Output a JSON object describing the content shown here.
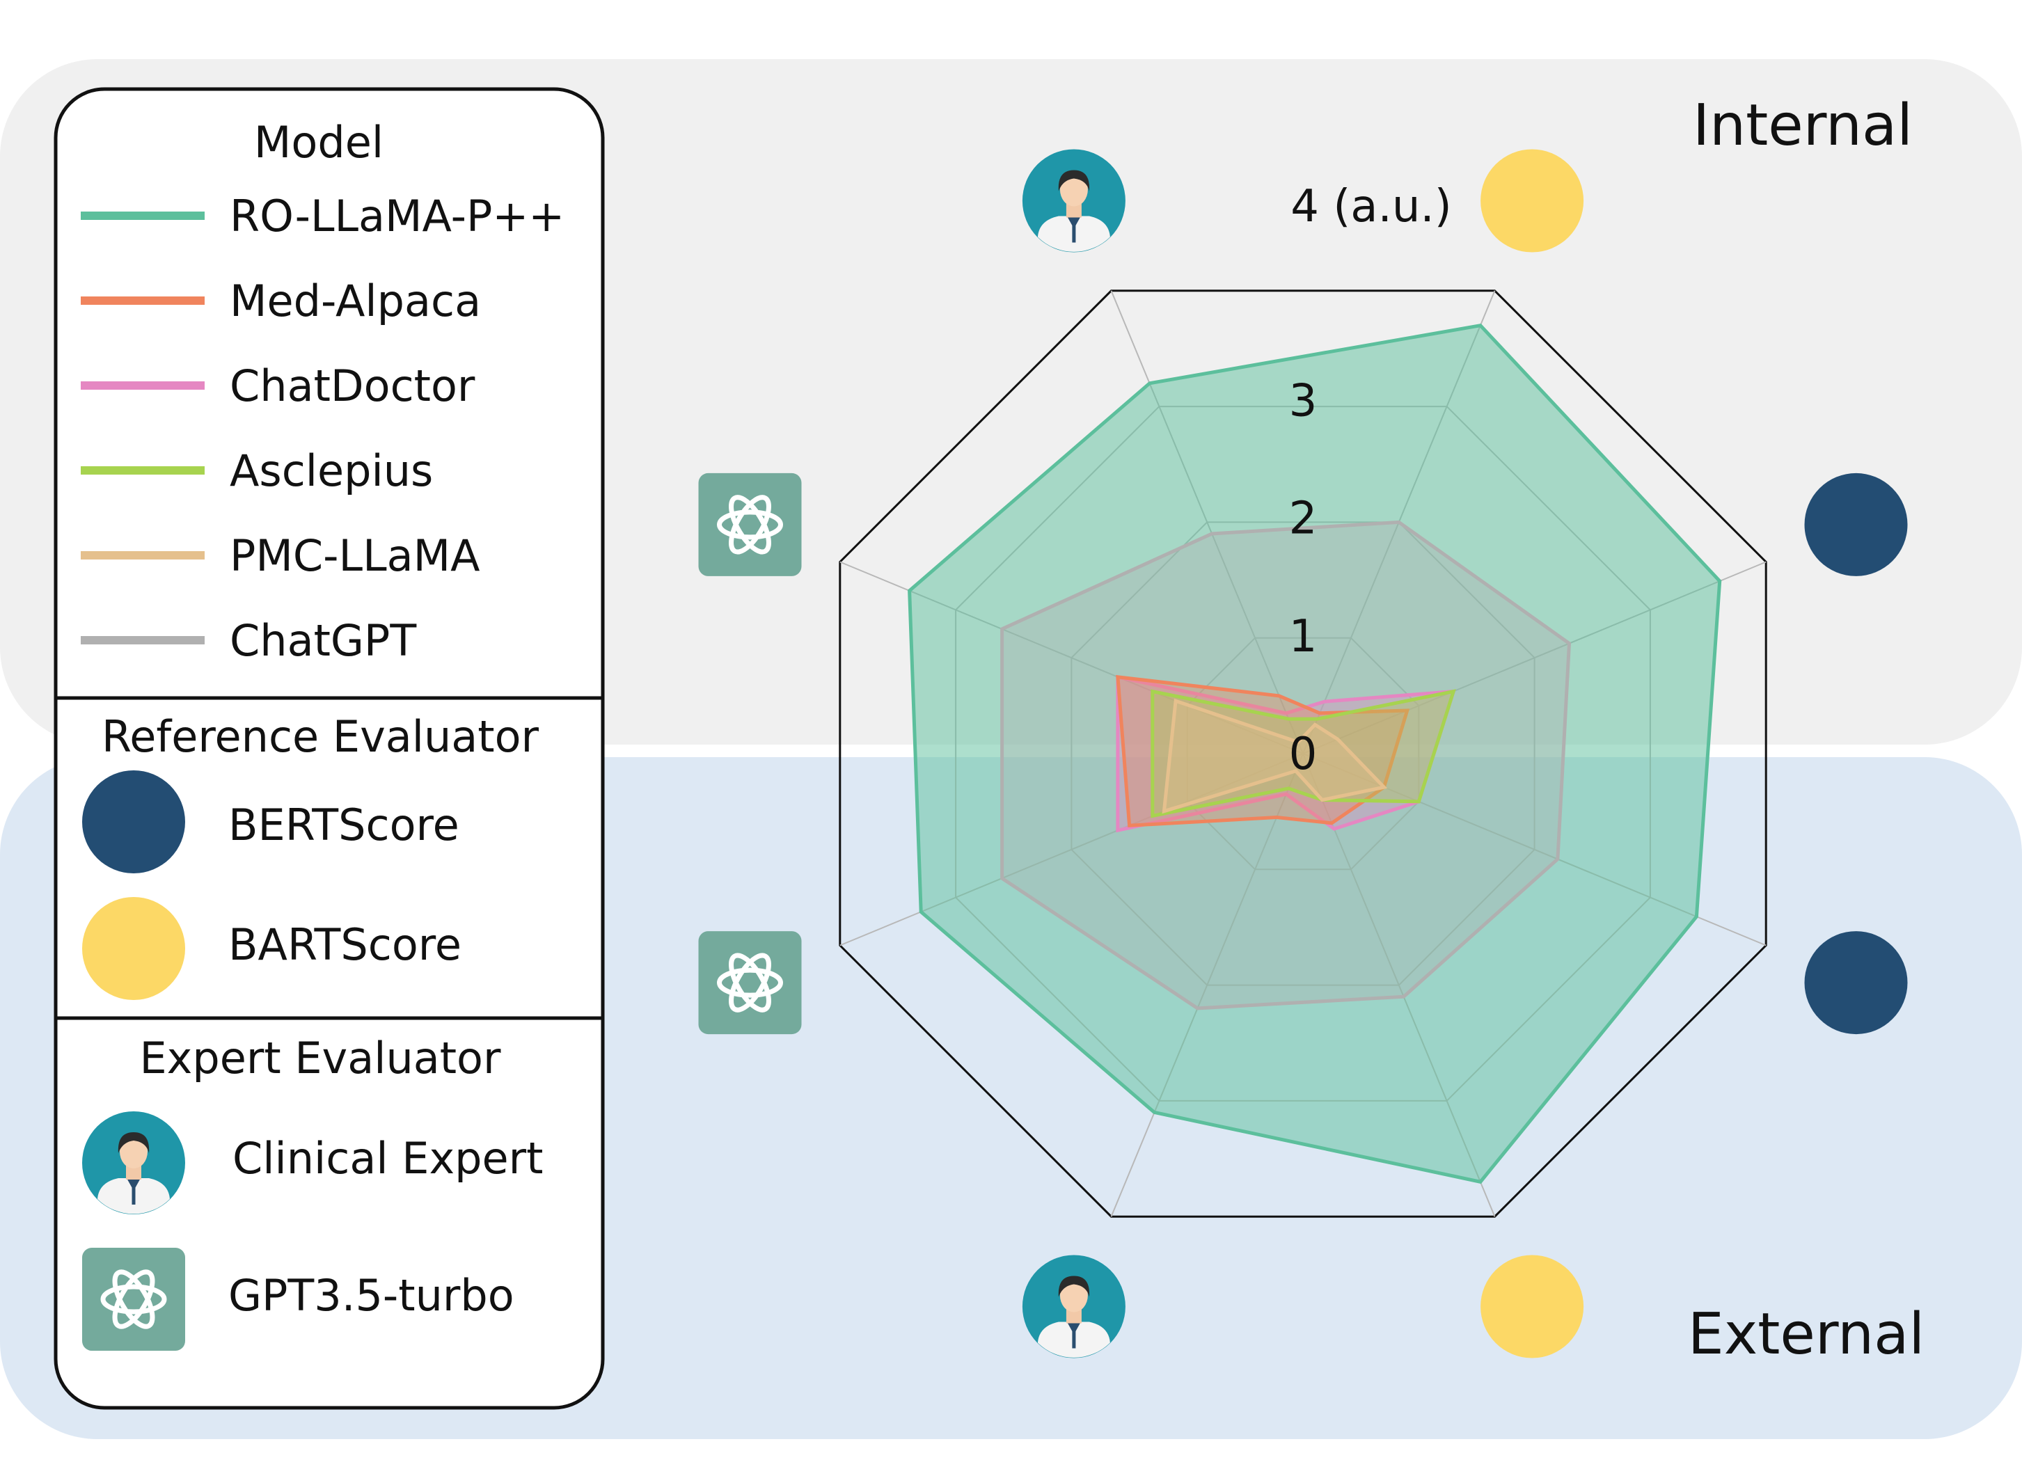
{
  "chart_data": {
    "type": "radar",
    "regions": {
      "internal": "Internal",
      "external": "External"
    },
    "radial_ticks": [
      "0",
      "1",
      "2",
      "3",
      "4 (a.u.)"
    ],
    "rmax": 4,
    "axes": [
      {
        "evaluator": "BARTScore",
        "region": "internal",
        "icon": "yellow-circle-icon"
      },
      {
        "evaluator": "BERTScore",
        "region": "internal",
        "icon": "navy-circle-icon"
      },
      {
        "evaluator": "BERTScore",
        "region": "external",
        "icon": "navy-circle-icon"
      },
      {
        "evaluator": "BARTScore",
        "region": "external",
        "icon": "yellow-circle-icon"
      },
      {
        "evaluator": "Clinical Expert",
        "region": "external",
        "icon": "doctor-icon"
      },
      {
        "evaluator": "GPT3.5-turbo",
        "region": "external",
        "icon": "openai-icon"
      },
      {
        "evaluator": "GPT3.5-turbo",
        "region": "internal",
        "icon": "openai-icon"
      },
      {
        "evaluator": "Clinical Expert",
        "region": "internal",
        "icon": "doctor-icon"
      }
    ],
    "series": [
      {
        "name": "RO-LLaMA-P++",
        "color": "#5cbf9c",
        "values": [
          3.7,
          3.6,
          3.4,
          3.7,
          3.1,
          3.3,
          3.4,
          3.2
        ]
      },
      {
        "name": "Med-Alpaca",
        "color": "#f0845d",
        "values": [
          0.35,
          0.9,
          0.7,
          0.6,
          0.55,
          1.5,
          1.6,
          0.5
        ]
      },
      {
        "name": "ChatDoctor",
        "color": "#e587c2",
        "values": [
          0.45,
          1.3,
          1.0,
          0.65,
          0.35,
          1.6,
          1.6,
          0.35
        ]
      },
      {
        "name": "Asclepius",
        "color": "#a7d34f",
        "values": [
          0.3,
          1.3,
          1.0,
          0.4,
          0.3,
          1.3,
          1.3,
          0.3
        ]
      },
      {
        "name": "PMC-LLaMA",
        "color": "#e5c08d",
        "values": [
          0.25,
          0.3,
          0.7,
          0.4,
          0.15,
          1.2,
          1.1,
          0.1
        ]
      },
      {
        "name": "ChatGPT",
        "color": "#b0b0b0",
        "values": [
          2.0,
          2.3,
          2.2,
          2.1,
          2.2,
          2.6,
          2.6,
          1.9
        ]
      }
    ]
  },
  "legend": {
    "model_title": "Model",
    "models": [
      "RO-LLaMA-P++",
      "Med-Alpaca",
      "ChatDoctor",
      "Asclepius",
      "PMC-LLaMA",
      "ChatGPT"
    ],
    "model_colors": [
      "#5cbf9c",
      "#f0845d",
      "#e587c2",
      "#a7d34f",
      "#e5c08d",
      "#b0b0b0"
    ],
    "reference_title": "Reference Evaluator",
    "reference": [
      {
        "label": "BERTScore",
        "icon": "navy-circle-icon",
        "color": "#234d73"
      },
      {
        "label": "BARTScore",
        "icon": "yellow-circle-icon",
        "color": "#fcd866"
      }
    ],
    "expert_title": "Expert Evaluator",
    "expert": [
      {
        "label": "Clinical Expert",
        "icon": "doctor-icon"
      },
      {
        "label": "GPT3.5-turbo",
        "icon": "openai-icon"
      }
    ]
  },
  "colors": {
    "internal_bg": "#f0f0f0",
    "external_bg": "#dde8f4",
    "navy": "#234d73",
    "yellow": "#fcd866",
    "teal_icon": "#1f96a8",
    "openai_tile": "#74aa9c"
  }
}
